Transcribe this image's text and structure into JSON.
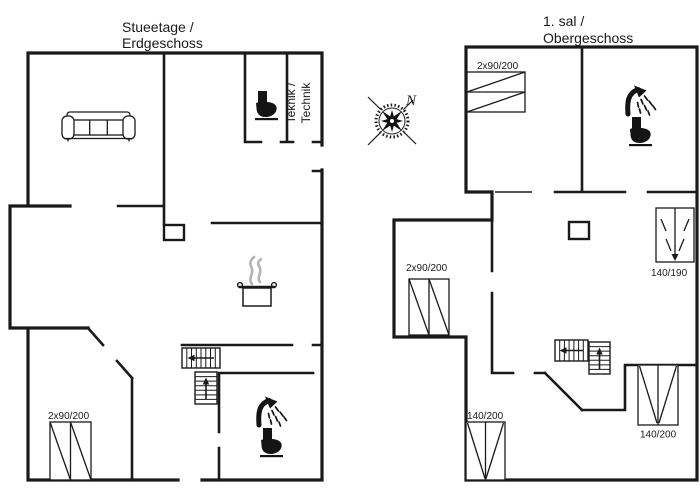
{
  "colors": {
    "line": "#1a1a1a",
    "steam": "#b3b3b3",
    "background": "#ffffff"
  },
  "compass": {
    "north_label": "N"
  },
  "ground_floor": {
    "title_line1": "Stueetage /",
    "title_line2": "Erdgeschoss",
    "tech_room_line1": "Teknik /",
    "tech_room_line2": "Technik",
    "bed_label": "2x90/200"
  },
  "first_floor": {
    "title_line1": "1. sal /",
    "title_line2": "Obergeschoss",
    "bed_top_left_label": "2x90/200",
    "bed_mid_left_label": "2x90/200",
    "bed_top_right_label": "140/190",
    "bed_bottom_left_label": "140/200",
    "bed_bottom_right_label": "140/200"
  },
  "icons": {
    "compass_rose": "compass-rose",
    "sofa": "sofa-outline",
    "toilet": "toilet-silhouette",
    "shower": "shower-head-with-spray",
    "cooking_pot": "pot-with-steam",
    "stairs": "stair-flight-with-arrow",
    "chimney": "square-outline"
  }
}
